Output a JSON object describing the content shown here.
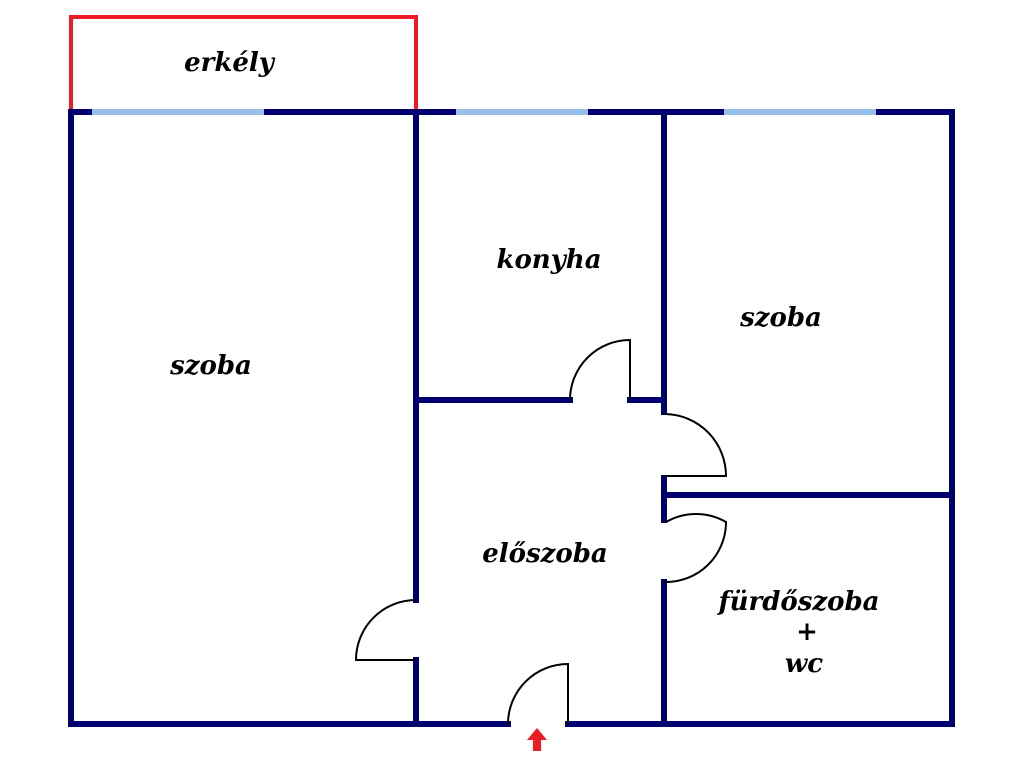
{
  "rooms": {
    "balcony": "erkély",
    "living_room": "szoba",
    "kitchen": "konyha",
    "bedroom": "szoba",
    "hall": "előszoba",
    "bathroom_line1": "fürdőszoba",
    "bathroom_line2": "+",
    "bathroom_line3": "wc"
  },
  "colors": {
    "walls": "#00006e",
    "windows": "#99c0e8",
    "balcony": "#ee1c24",
    "doors": "#000000",
    "entrance_arrow": "#ee1c24"
  },
  "icons": {
    "entrance": "up-arrow-icon"
  }
}
